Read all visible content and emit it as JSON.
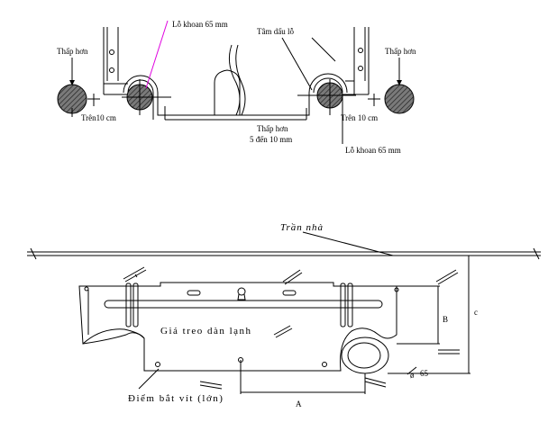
{
  "top": {
    "lo_khoan_tl": "Lỗ khoan 65 mm",
    "tam_dau_lo": "Tâm dấu lỗ",
    "thap_hon_left": "Thấp hơn",
    "thap_hon_right": "Thấp hơn",
    "tren_left": "Trên10 cm",
    "tren_right": "Trên 10 cm",
    "thap_hon_mid": "Thấp hơn",
    "thap_hon_mid_range": "5 đến 10 mm",
    "lo_khoan_br": "Lỗ khoan 65 mm"
  },
  "bottom": {
    "ceiling": "Trần nhà",
    "bracket": "Giá treo dàn lạnh",
    "screw_point": "Điểm bắt vít (lớn)",
    "dim_a": "A",
    "dim_b": "B",
    "dim_c": "c",
    "dim_65": "65"
  },
  "colors": {
    "line": "#000000",
    "hatch_fill": "#808080",
    "accent": "#e000e0"
  }
}
